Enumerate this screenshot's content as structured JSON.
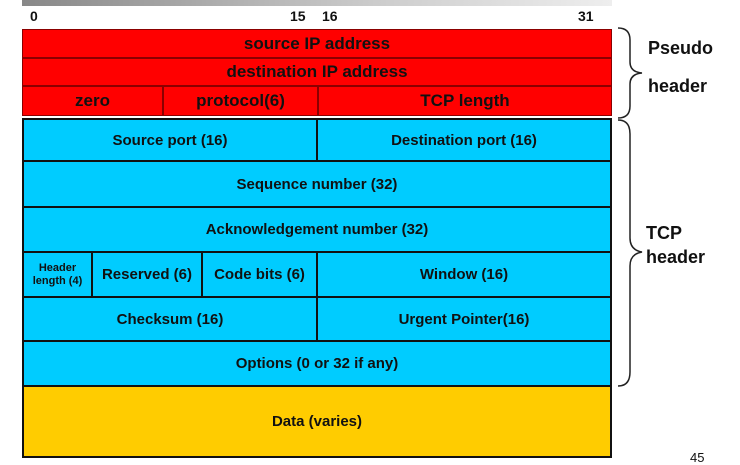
{
  "bit_labels": {
    "b0": "0",
    "b15": "15",
    "b16": "16",
    "b31": "31"
  },
  "pseudo_header": {
    "source_ip": "source IP address",
    "dest_ip": "destination IP address",
    "zero": "zero",
    "protocol": "protocol(6)",
    "tcp_length": "TCP length",
    "label_line1": "Pseudo",
    "label_line2": "header"
  },
  "tcp_header": {
    "source_port": "Source port (16)",
    "dest_port": "Destination port (16)",
    "sequence": "Sequence number (32)",
    "ack": "Acknowledgement number (32)",
    "header_length_line1": "Header",
    "header_length_line2": "length (4)",
    "reserved": "Reserved (6)",
    "code_bits": "Code bits (6)",
    "window": "Window (16)",
    "checksum": "Checksum (16)",
    "urgent": "Urgent Pointer(16)",
    "options": "Options (0 or 32 if any)",
    "label_line1": "TCP",
    "label_line2": "header"
  },
  "data_field": "Data (varies)",
  "page_number": "45",
  "colors": {
    "pseudo": "#ff0000",
    "tcp": "#00ccff",
    "data": "#ffcc00"
  }
}
